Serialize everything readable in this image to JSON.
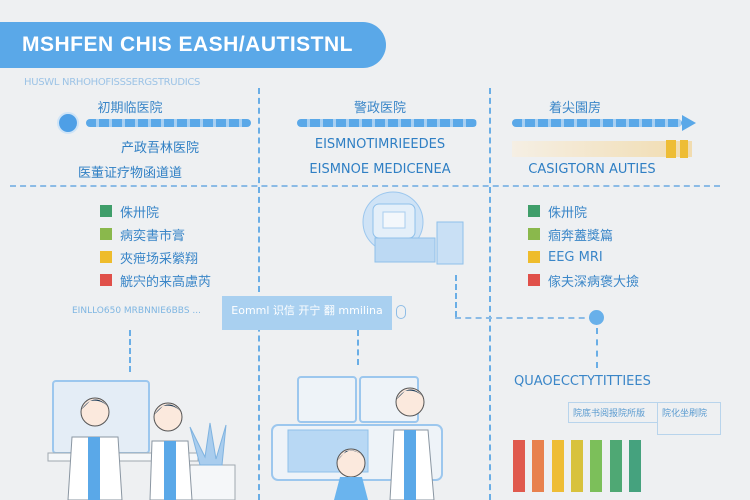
{
  "header": {
    "title": "MSHFEN CHIS EASH/AUTISTNL",
    "subtitle": "HUSWL NRHOHOFISSSERGSTRUDICS"
  },
  "columns": [
    {
      "heading": "初期临医院",
      "row1": "产政吾林医院",
      "row2": "医董证疗物函道道",
      "legend": [
        {
          "label": "侏卅院",
          "color": "#3f9e6a"
        },
        {
          "label": "病奕書市膏",
          "color": "#8ab84c"
        },
        {
          "label": "夾疶场采縈翔",
          "color": "#eebc2c"
        },
        {
          "label": "觥宍的来高慮芮",
          "color": "#e0504a"
        }
      ],
      "note": "EINLLO650 MRBNNIE6BBS ..."
    },
    {
      "heading": "警政医院",
      "row1": "EISMNOTIMRIEEDES",
      "row2": "EISMNOE MEDICENEA",
      "panel_text": "Eomml 识信 开宁 翻 mmilina"
    },
    {
      "heading": "着尖園房",
      "row2": "CASIGTORN AUTIES",
      "legend": [
        {
          "label": "侏卅院",
          "color": "#3f9e6a"
        },
        {
          "label": "痼奔蓋獎篇",
          "color": "#8ab84c"
        },
        {
          "label": "EEG MRI",
          "color": "#eebc2c"
        },
        {
          "label": "傢夫深病褒大撿",
          "color": "#e0504a"
        }
      ]
    }
  ],
  "stats": {
    "title": "QUAOECCTYTITTIEES",
    "box1": "院底书阅报院所版",
    "box2": "院化坐刷院"
  },
  "chart_data": {
    "type": "bar",
    "values": [
      1,
      1,
      1,
      1,
      1,
      1,
      1
    ],
    "colors": [
      "#e05a4e",
      "#e8814e",
      "#eebd35",
      "#d8c23c",
      "#7cbf5a",
      "#4fa874",
      "#45a27e"
    ]
  }
}
